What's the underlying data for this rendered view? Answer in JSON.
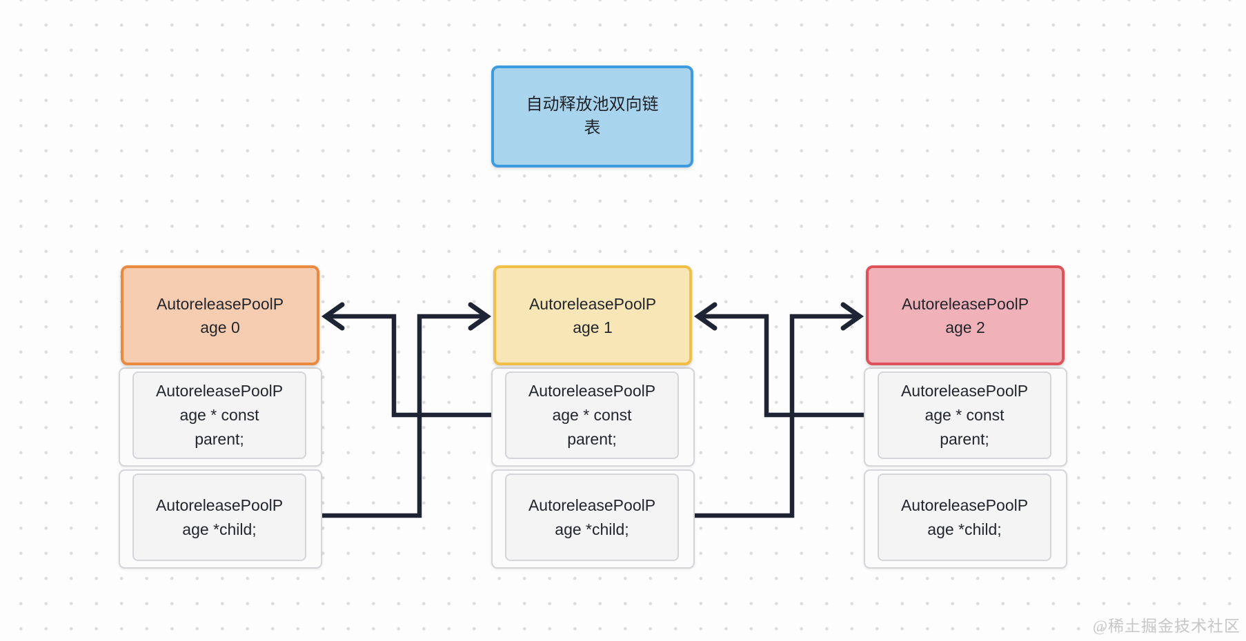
{
  "diagram": {
    "title_box": {
      "text": "自动释放池双向链表",
      "lines": [
        "自动释放池双向链",
        "表"
      ],
      "border_color": "#3f9bdf",
      "fill_color": "#a8d4ee"
    },
    "pages": [
      {
        "header": {
          "text": "AutoreleasePoolPage 0",
          "lines": [
            "AutoreleasePoolP",
            "age 0"
          ],
          "border_color": "#ea8a40",
          "fill_color": "#f7cdb2"
        },
        "fields": [
          {
            "text": "AutoreleasePoolPage * const parent;",
            "lines": [
              "AutoreleasePoolP",
              "age * const",
              "parent;"
            ]
          },
          {
            "text": "AutoreleasePoolPage *child;",
            "lines": [
              "AutoreleasePoolP",
              "age *child;"
            ]
          }
        ]
      },
      {
        "header": {
          "text": "AutoreleasePoolPage 1",
          "lines": [
            "AutoreleasePoolP",
            "age 1"
          ],
          "border_color": "#f1bf45",
          "fill_color": "#f8e6b7"
        },
        "fields": [
          {
            "text": "AutoreleasePoolPage * const parent;",
            "lines": [
              "AutoreleasePoolP",
              "age * const",
              "parent;"
            ]
          },
          {
            "text": "AutoreleasePoolPage *child;",
            "lines": [
              "AutoreleasePoolP",
              "age *child;"
            ]
          }
        ]
      },
      {
        "header": {
          "text": "AutoreleasePoolPage 2",
          "lines": [
            "AutoreleasePoolP",
            "age 2"
          ],
          "border_color": "#dc535c",
          "fill_color": "#f0b2b8"
        },
        "fields": [
          {
            "text": "AutoreleasePoolPage * const parent;",
            "lines": [
              "AutoreleasePoolP",
              "age * const",
              "parent;"
            ]
          },
          {
            "text": "AutoreleasePoolPage *child;",
            "lines": [
              "AutoreleasePoolP",
              "age *child;"
            ]
          }
        ]
      }
    ],
    "connectors": [
      {
        "name": "page1-parent-to-page0",
        "description": "parent pointer of page 1 points to page 0"
      },
      {
        "name": "page0-child-to-page1",
        "description": "child pointer of page 0 points to page 1"
      },
      {
        "name": "page2-parent-to-page1",
        "description": "parent pointer of page 2 points to page 1"
      },
      {
        "name": "page1-child-to-page2",
        "description": "child pointer of page 1 points to page 2"
      }
    ],
    "line_color": "#1e2433",
    "watermark": {
      "text": "@稀土掘金技术社区",
      "color": "#c7c7c7"
    }
  }
}
